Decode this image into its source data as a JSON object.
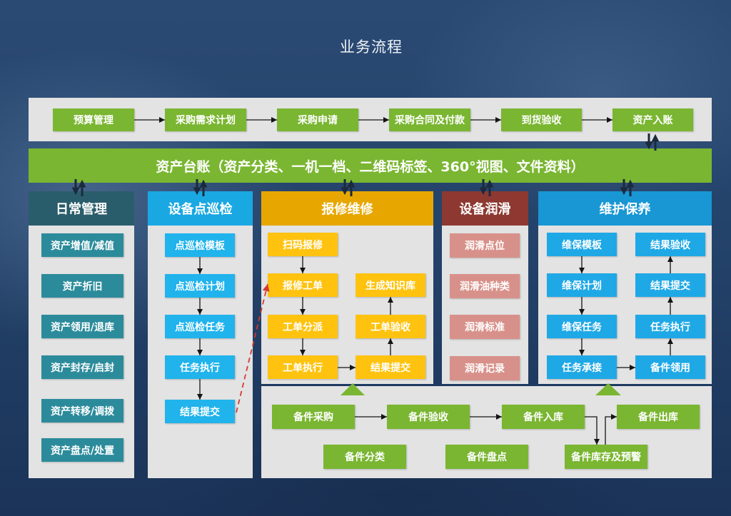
{
  "title": "业务流程",
  "procurement": {
    "steps": [
      "预算管理",
      "采购需求计划",
      "采购申请",
      "采购合同及付款",
      "到货验收",
      "资产入账"
    ]
  },
  "ledger": {
    "label": "资产台账（资产分类、一机一档、二维码标签、360°视图、文件资料）"
  },
  "daily_management": {
    "header": "日常管理",
    "items": [
      "资产增值/减值",
      "资产折旧",
      "资产领用/退库",
      "资产封存/启封",
      "资产转移/调拨",
      "资产盘点/处置"
    ]
  },
  "inspection": {
    "header": "设备点巡检",
    "items": [
      "点巡检模板",
      "点巡检计划",
      "点巡检任务",
      "任务执行",
      "结果提交"
    ]
  },
  "repair": {
    "header": "报修维修",
    "left": [
      "扫码报修",
      "报修工单",
      "工单分派",
      "工单执行"
    ],
    "right": [
      "生成知识库",
      "工单验收",
      "结果提交"
    ]
  },
  "lubrication": {
    "header": "设备润滑",
    "items": [
      "润滑点位",
      "润滑油种类",
      "润滑标准",
      "润滑记录"
    ]
  },
  "maintenance": {
    "header": "维护保养",
    "left": [
      "维保模板",
      "维保计划",
      "维保任务",
      "任务承接"
    ],
    "right": [
      "结果验收",
      "结果提交",
      "任务执行",
      "备件领用"
    ]
  },
  "spare_parts": {
    "flow": [
      "备件采购",
      "备件验收",
      "备件入库",
      "备件出库"
    ],
    "others": [
      "备件分类",
      "备件盘点",
      "备件库存及预警"
    ]
  },
  "colors": {
    "bg_top": "#2b4a73",
    "bg_bottom": "#1b3358",
    "panel": "#e3e3e3",
    "green": "#7ab631",
    "teal_head": "#2a5d6b",
    "teal": "#2b8b9b",
    "blue_head": "#1aa8e2",
    "blue": "#20b3ec",
    "yellow_head": "#e7a700",
    "yellow": "#ffc30f",
    "red_head": "#8d3931",
    "pink": "#d8918a",
    "mblue_head": "#1897d4",
    "mblue": "#1fa8e6",
    "arrow": "#141414",
    "link_red": "#d43a2f",
    "connector_dark": "#1b2a3c"
  }
}
